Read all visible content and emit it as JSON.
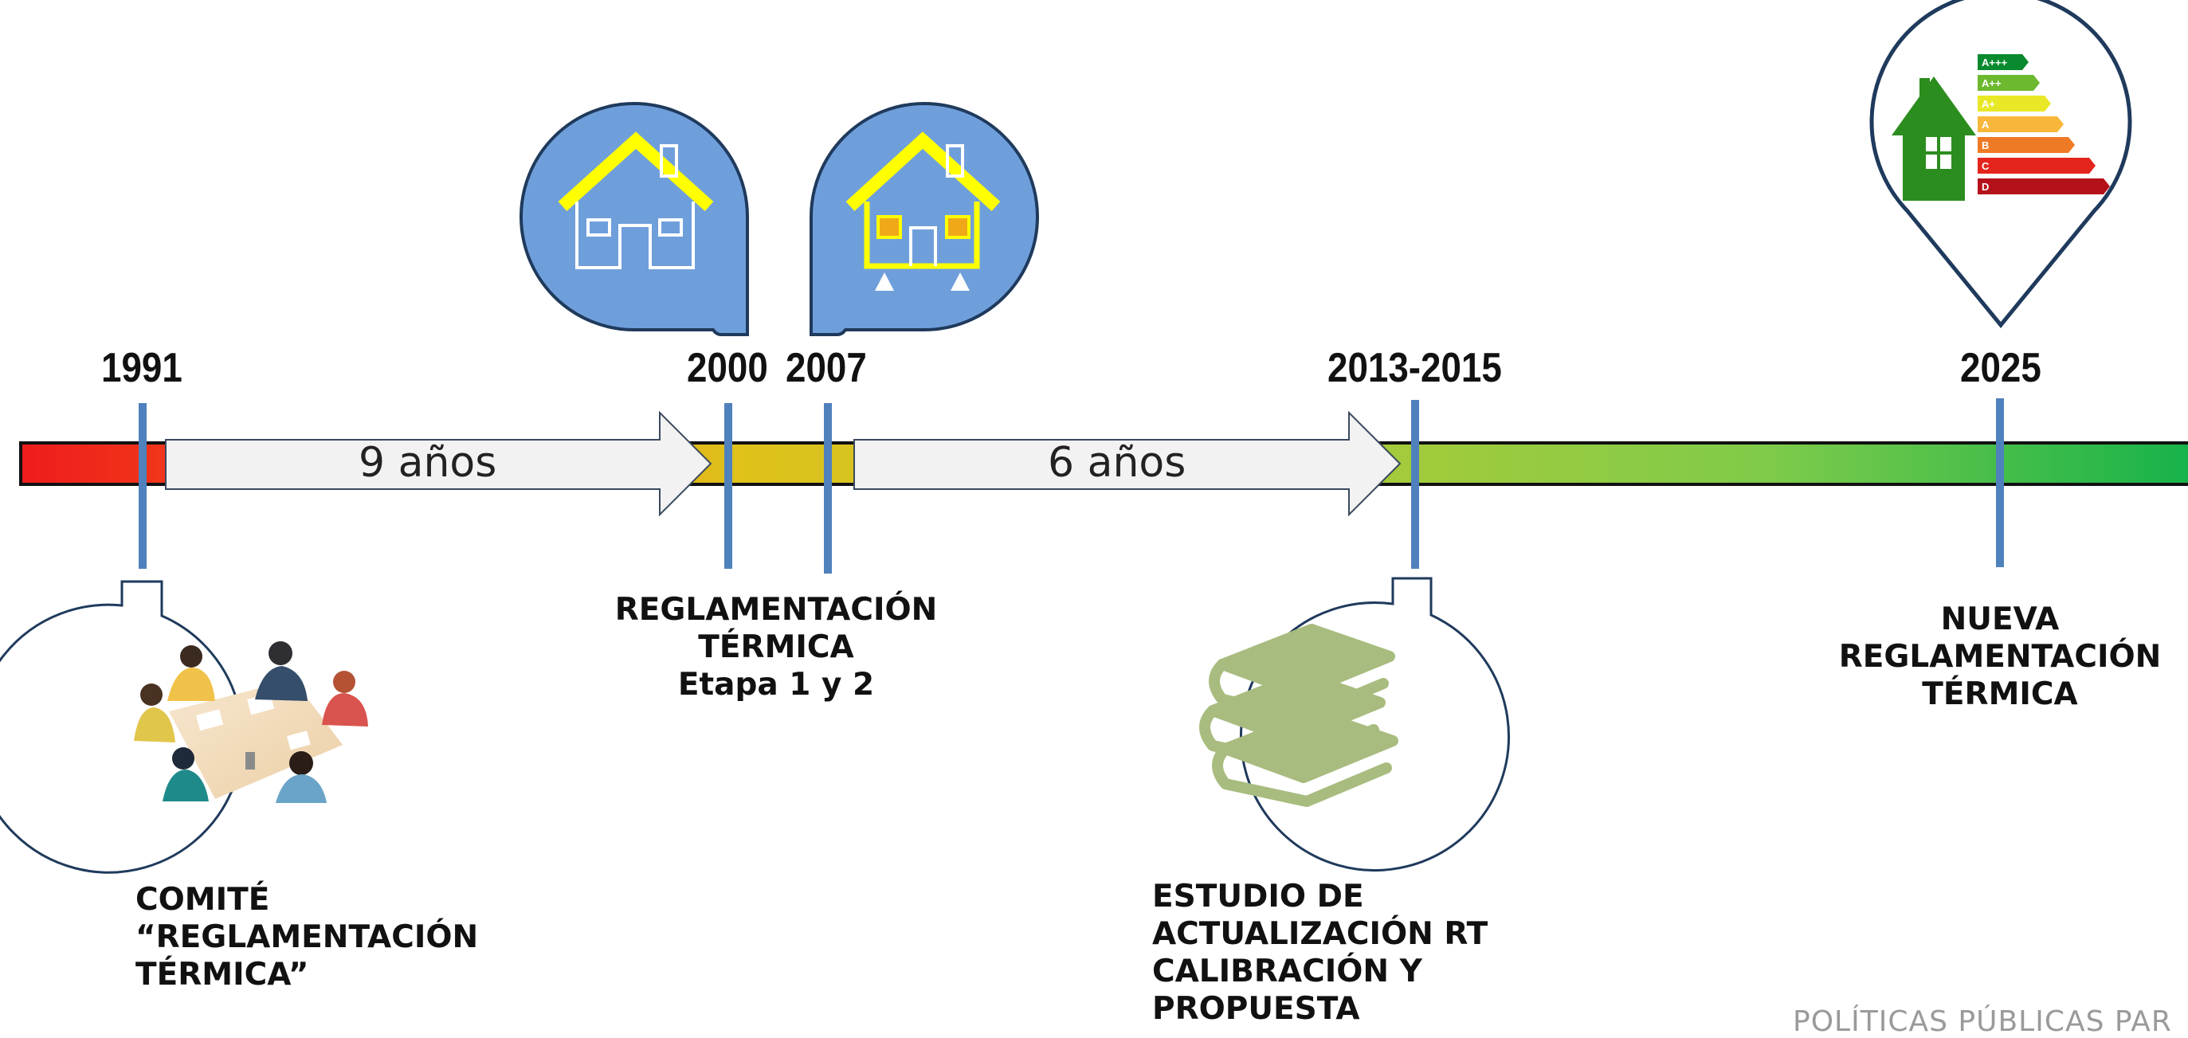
{
  "years": {
    "y1991": "1991",
    "y2000": "2000",
    "y2007": "2007",
    "y2013": "2013-2015",
    "y2025": "2025"
  },
  "intervals": {
    "first": "9 años",
    "second": "6 años"
  },
  "milestones": {
    "comite": [
      "COMITÉ",
      "“REGLAMENTACIÓN",
      "TÉRMICA”"
    ],
    "reglamentacion": [
      "REGLAMENTACIÓN",
      "TÉRMICA",
      "Etapa 1 y 2"
    ],
    "estudio": [
      "ESTUDIO DE",
      "ACTUALIZACIÓN RT",
      "CALIBRACIÓN Y",
      "PROPUESTA"
    ],
    "nueva": [
      "NUEVA",
      "REGLAMENTACIÓN",
      "TÉRMICA"
    ]
  },
  "energy_label": [
    "A+++",
    "A++",
    "A+",
    "A",
    "B",
    "C",
    "D"
  ],
  "footer": "POLÍTICAS PÚBLICAS PAR",
  "colors": {
    "marker": "#4f81bd",
    "bubble_blue": "#6f9fdb",
    "bubble_outline": "#1f3a5c",
    "roof_yellow": "#ffff00",
    "books_green": "#a8bc7f",
    "house_green": "#2c8d1f"
  },
  "icons": {
    "house_outline": "house-outline-icon",
    "house_insulated": "house-insulated-icon",
    "meeting": "meeting-people-icon",
    "books": "books-icon",
    "energy": "energy-rating-house-icon"
  }
}
